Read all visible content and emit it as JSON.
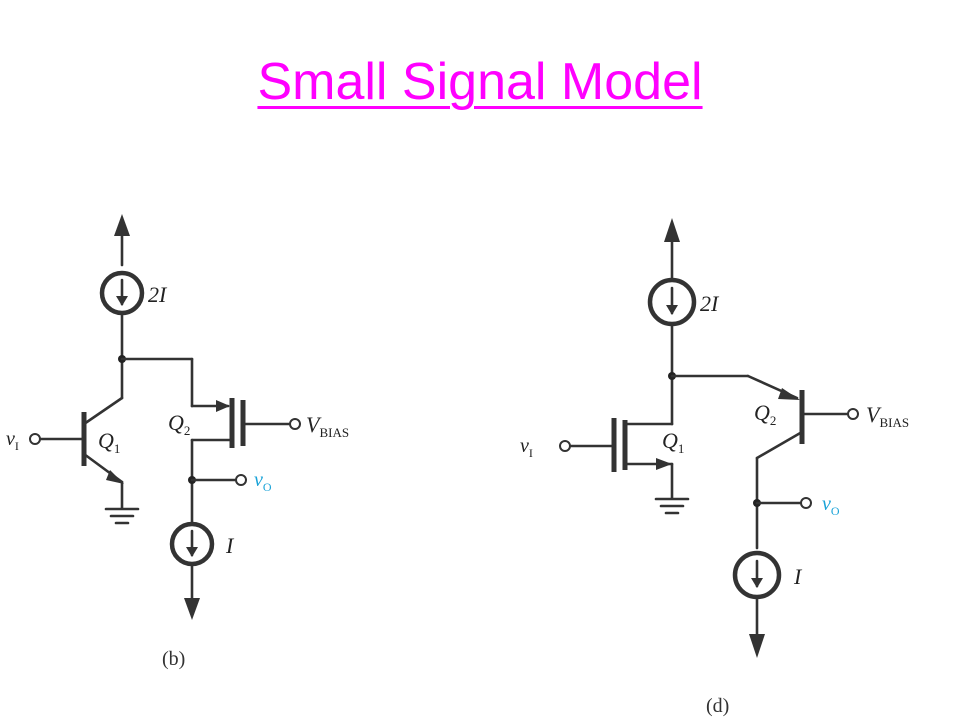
{
  "title": "Small Signal Model",
  "colors": {
    "title": "#ff00ff",
    "output_label": "#1aa3d8",
    "wire": "#333333"
  },
  "circuit_b": {
    "caption": "(b)",
    "current_top": "2I",
    "current_bottom": "I",
    "q1": {
      "main": "Q",
      "sub": "1"
    },
    "q2": {
      "main": "Q",
      "sub": "2"
    },
    "input": {
      "main": "v",
      "sub": "I"
    },
    "output": {
      "main": "v",
      "sub": "O"
    },
    "bias": {
      "main": "V",
      "sub": "BIAS"
    }
  },
  "circuit_d": {
    "caption": "(d)",
    "current_top": "2I",
    "current_bottom": "I",
    "q1": {
      "main": "Q",
      "sub": "1"
    },
    "q2": {
      "main": "Q",
      "sub": "2"
    },
    "input": {
      "main": "v",
      "sub": "I"
    },
    "output": {
      "main": "v",
      "sub": "O"
    },
    "bias": {
      "main": "V",
      "sub": "BIAS"
    }
  }
}
